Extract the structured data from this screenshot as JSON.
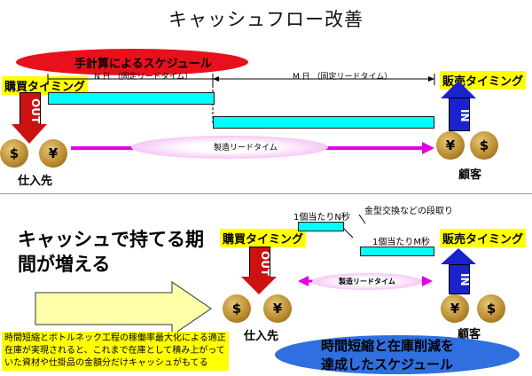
{
  "title": "キャッシュフロー改善",
  "top": {
    "banner": "手計算によるスケジュール",
    "purchase_timing": "購買タイミング",
    "sales_timing": "販売タイミング",
    "n_days": "N 日 （固定リードタイム）",
    "m_days": "M 日 （固定リードタイム）",
    "mfg_lead_time": "製造リードタイム",
    "supplier": "仕入先",
    "customer": "顧客",
    "out_label": "OUT",
    "in_label": "IN",
    "dollar": "$",
    "yen": "¥"
  },
  "bottom": {
    "headline_line1": "キャッシュで持てる期",
    "headline_line2": "間が増える",
    "mold_change": "金型交換などの段取り",
    "per_unit_n": "1個当たりN秒",
    "per_unit_m": "1個当たりM秒",
    "purchase_timing": "購買タイミング",
    "sales_timing": "販売タイミング",
    "mfg_lead_time": "製造リードタイム",
    "supplier": "仕入先",
    "customer": "顧客",
    "out_label": "OUT",
    "in_label": "IN",
    "dollar": "$",
    "yen": "¥",
    "note": "時間短縮とボトルネック工程の稼働率最大化による適正在庫が実現されると、これまで在庫として積み上がっていた資材や仕掛品の金額分だけキャッシュがもてる",
    "result_line1": "時間短縮と在庫削減を",
    "result_line2": "達成したスケジュール"
  },
  "colors": {
    "banner_red": "#e8101c",
    "bar_cyan": "#00ffff",
    "label_yellow": "#ffff00",
    "out_red": "#cc1111",
    "in_blue": "#1a22cc",
    "magenta": "#e000e0",
    "result_blue": "#2f6fe0"
  }
}
